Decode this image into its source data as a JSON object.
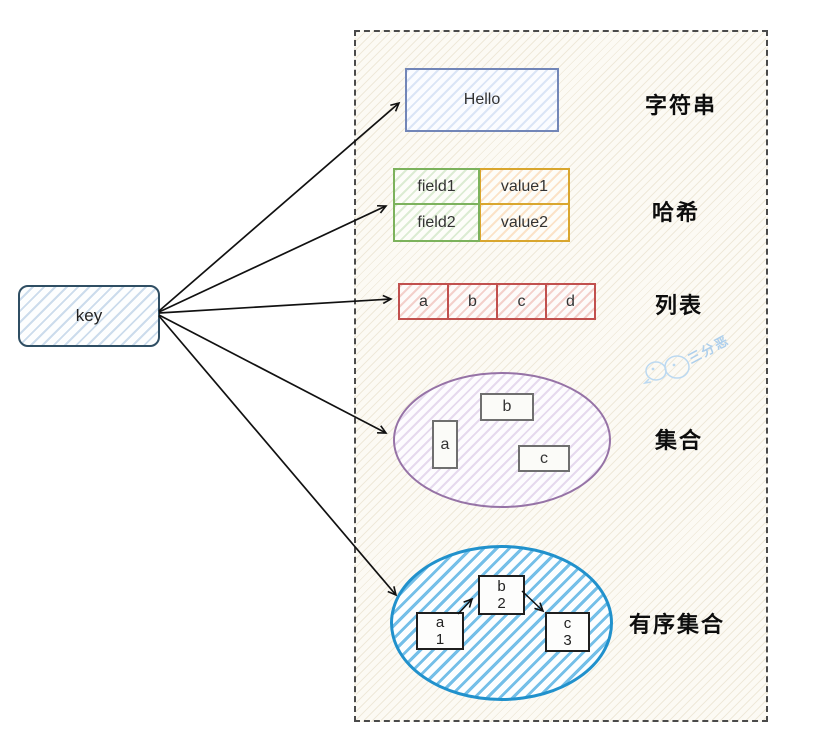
{
  "key_node": {
    "label": "key"
  },
  "types": {
    "string": {
      "label": "字符串",
      "value": "Hello"
    },
    "hash": {
      "label": "哈希",
      "rows": [
        {
          "field": "field1",
          "value": "value1"
        },
        {
          "field": "field2",
          "value": "value2"
        }
      ]
    },
    "list": {
      "label": "列表",
      "items": [
        "a",
        "b",
        "c",
        "d"
      ]
    },
    "set": {
      "label": "集合",
      "items": [
        "a",
        "b",
        "c"
      ]
    },
    "zset": {
      "label": "有序集合",
      "items": [
        {
          "member": "a",
          "score": "1"
        },
        {
          "member": "b",
          "score": "2"
        },
        {
          "member": "c",
          "score": "3"
        }
      ]
    }
  },
  "watermark": {
    "text": "三分恶"
  },
  "colors": {
    "key_border": "#2f4e63",
    "string_border": "#7286b8",
    "hash_field_border": "#7cb25c",
    "hash_value_border": "#d9a62e",
    "list_border": "#c1504e",
    "set_border": "#9673a6",
    "zset_border": "#2191cc",
    "panel_border": "#4a4a4a",
    "arrow": "#111111",
    "watermark_blue": "#aecfec"
  }
}
